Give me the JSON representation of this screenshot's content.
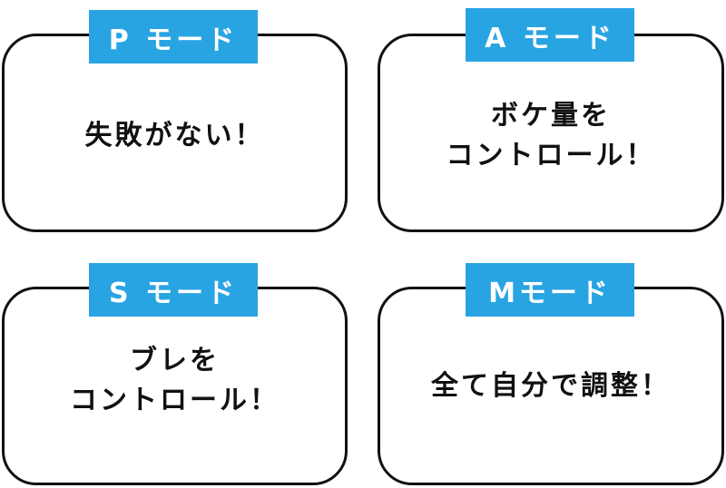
{
  "modes": {
    "p": {
      "label": "P モード",
      "lines": [
        "失敗がない！"
      ]
    },
    "a": {
      "label": "A モード",
      "lines": [
        "ボケ量を",
        "コントロール！"
      ]
    },
    "s": {
      "label": "S モード",
      "lines": [
        "ブレを",
        "コントロール！"
      ]
    },
    "m": {
      "label": "Mモード",
      "lines": [
        "全て自分で調整！"
      ]
    }
  },
  "colors": {
    "label_bg": "#29a4e2",
    "label_text": "#ffffff",
    "border": "#111111",
    "body_text": "#111111"
  }
}
